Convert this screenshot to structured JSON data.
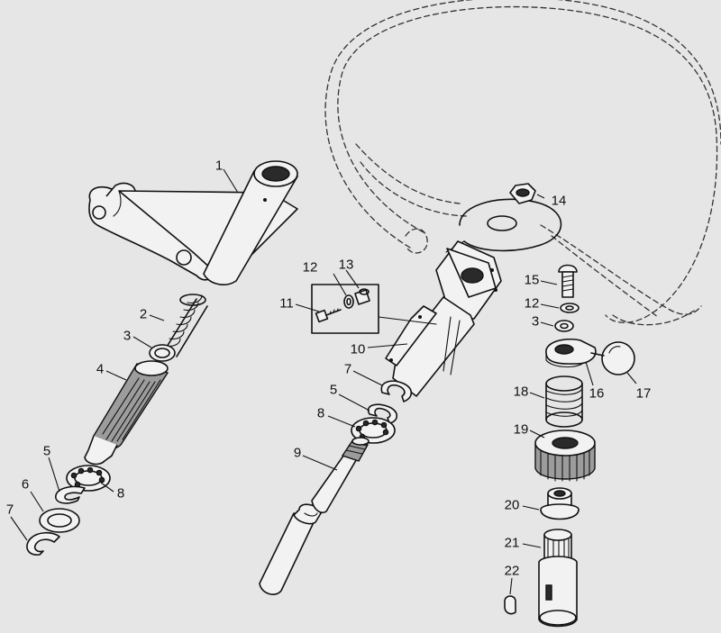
{
  "callouts": {
    "c1": "1",
    "c2": "2",
    "c3a": "3",
    "c3b": "3",
    "c4": "4",
    "c5a": "5",
    "c5b": "5",
    "c6": "6",
    "c7a": "7",
    "c7b": "7",
    "c8a": "8",
    "c8b": "8",
    "c9": "9",
    "c10": "10",
    "c11": "11",
    "c12a": "12",
    "c12b": "12",
    "c13": "13",
    "c14": "14",
    "c15": "15",
    "c16": "16",
    "c17": "17",
    "c18": "18",
    "c19": "19",
    "c20": "20",
    "c21": "21",
    "c22": "22"
  }
}
